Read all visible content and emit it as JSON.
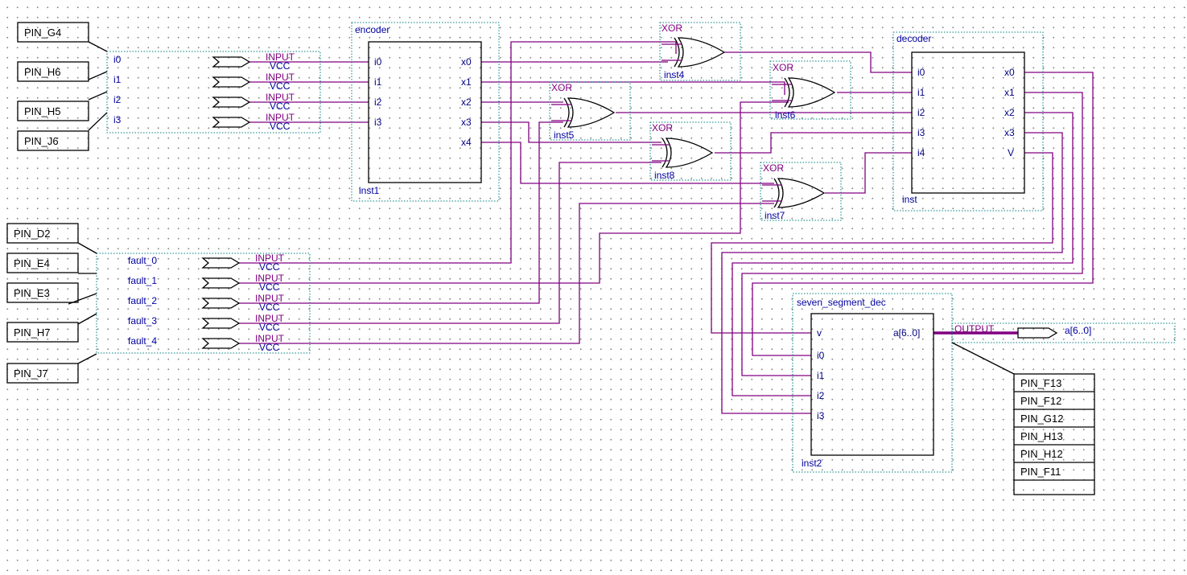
{
  "encoder": {
    "name": "encoder",
    "inst": "inst1",
    "inputs": [
      "i0",
      "i1",
      "i2",
      "i3"
    ],
    "outputs": [
      "x0",
      "x1",
      "x2",
      "x3",
      "x4"
    ]
  },
  "decoder": {
    "name": "decoder",
    "inst": "inst",
    "inputs": [
      "i0",
      "i1",
      "i2",
      "i3",
      "i4"
    ],
    "outputs": [
      "x0",
      "x1",
      "x2",
      "x3",
      "V"
    ]
  },
  "seven_segment": {
    "name": "seven_segment_dec",
    "inst": "inst2",
    "inputs": [
      "v",
      "i0",
      "i1",
      "i2",
      "i3"
    ],
    "output": "a[6..0]"
  },
  "xor_gates": [
    {
      "type": "XOR",
      "inst": "inst4"
    },
    {
      "type": "XOR",
      "inst": "inst5"
    },
    {
      "type": "XOR",
      "inst": "inst6"
    },
    {
      "type": "XOR",
      "inst": "inst8"
    },
    {
      "type": "XOR",
      "inst": "inst7"
    }
  ],
  "data_inputs": [
    {
      "name": "i0",
      "pin": "PIN_G4",
      "type": "INPUT",
      "default": "VCC"
    },
    {
      "name": "i1",
      "pin": "PIN_H6",
      "type": "INPUT",
      "default": "VCC"
    },
    {
      "name": "i2",
      "pin": "PIN_H5",
      "type": "INPUT",
      "default": "VCC"
    },
    {
      "name": "i3",
      "pin": "PIN_J6",
      "type": "INPUT",
      "default": "VCC"
    }
  ],
  "fault_inputs": [
    {
      "name": "fault_0",
      "pin": "PIN_D2",
      "type": "INPUT",
      "default": "VCC"
    },
    {
      "name": "fault_1",
      "pin": "PIN_E4",
      "type": "INPUT",
      "default": "VCC"
    },
    {
      "name": "fault_2",
      "pin": "PIN_E3",
      "type": "INPUT",
      "default": "VCC"
    },
    {
      "name": "fault_3",
      "pin": "PIN_H7",
      "type": "INPUT",
      "default": "VCC"
    },
    {
      "name": "fault_4",
      "pin": "PIN_J7",
      "type": "INPUT",
      "default": "VCC"
    }
  ],
  "output_pin": {
    "name": "a[6..0]",
    "type": "OUTPUT",
    "pins": [
      "PIN_F13",
      "PIN_F12",
      "PIN_G12",
      "PIN_H13",
      "PIN_H12",
      "PIN_F11"
    ]
  },
  "colors": {
    "wire": "#800080",
    "label_blue": "#0000a0",
    "dotted_frame": "#008080",
    "grid": "#8a8a8a"
  }
}
